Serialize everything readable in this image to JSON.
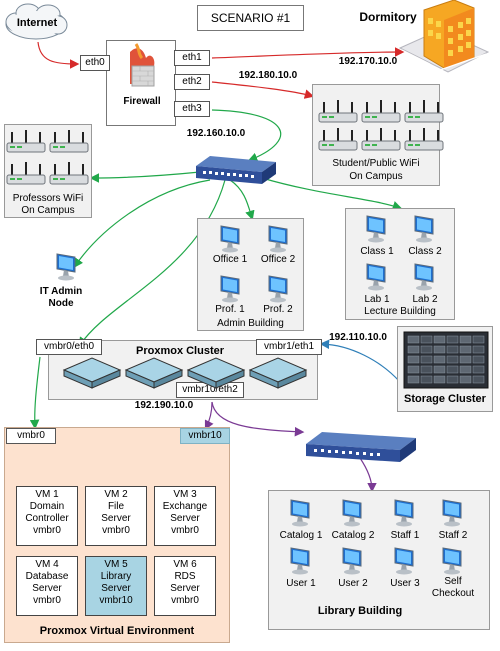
{
  "title": "SCENARIO #1",
  "nodes": {
    "internet": "Internet",
    "dormitory": "Dormitory",
    "firewall": "Firewall",
    "professors_wifi": [
      "Professors WiFi",
      "On Campus"
    ],
    "student_wifi": [
      "Student/Public WiFi",
      "On Campus"
    ],
    "it_admin": [
      "IT Admin",
      "Node"
    ],
    "admin_building": "Admin Building",
    "lecture_building": "Lecture Building",
    "proxmox_cluster": "Proxmox Cluster",
    "storage_cluster": "Storage Cluster",
    "pve": "Proxmox Virtual Environment",
    "library_building": "Library Building"
  },
  "interfaces": {
    "eth0": "eth0",
    "eth1": "eth1",
    "eth2": "eth2",
    "eth3": "eth3",
    "vmbr0_eth0": "vmbr0/eth0",
    "vmbr1_eth1": "vmbr1/eth1",
    "vmbr10_eth2": "vmbr10/eth2",
    "vmbr0": "vmbr0",
    "vmbr10": "vmbr10"
  },
  "ips": {
    "dorm": "192.170.10.0",
    "student": "192.180.10.0",
    "switch": "192.160.10.0",
    "storage": "192.110.10.0",
    "library": "192.190.10.0"
  },
  "admin_pcs": [
    "Office 1",
    "Office 2",
    "Prof. 1",
    "Prof. 2"
  ],
  "lecture_pcs": [
    "Class 1",
    "Class 2",
    "Lab 1",
    "Lab 2"
  ],
  "library_pcs": [
    "Catalog 1",
    "Catalog 2",
    "Staff 1",
    "Staff 2",
    "User 1",
    "User 2",
    "User 3",
    "Self Checkout"
  ],
  "vms": [
    {
      "lines": [
        "VM 1",
        "Domain",
        "Controller",
        "vmbr0"
      ],
      "highlight": false
    },
    {
      "lines": [
        "VM 2",
        "File",
        "Server",
        "vmbr0"
      ],
      "highlight": false
    },
    {
      "lines": [
        "VM 3",
        "Exchange",
        "Server",
        "vmbr0"
      ],
      "highlight": false
    },
    {
      "lines": [
        "VM 4",
        "Database",
        "Server",
        "vmbr0"
      ],
      "highlight": false
    },
    {
      "lines": [
        "VM 5",
        "Library",
        "Server",
        "vmbr10"
      ],
      "highlight": true
    },
    {
      "lines": [
        "VM 6",
        "RDS",
        "Server",
        "vmbr0"
      ],
      "highlight": false
    }
  ],
  "colors": {
    "red_link": "#d62a2a",
    "green_link": "#21a84a",
    "blue_link": "#2f7fb8",
    "purple_link": "#7a3a94",
    "pve_bg": "#fde2cf",
    "highlight": "#a8d4e3"
  }
}
